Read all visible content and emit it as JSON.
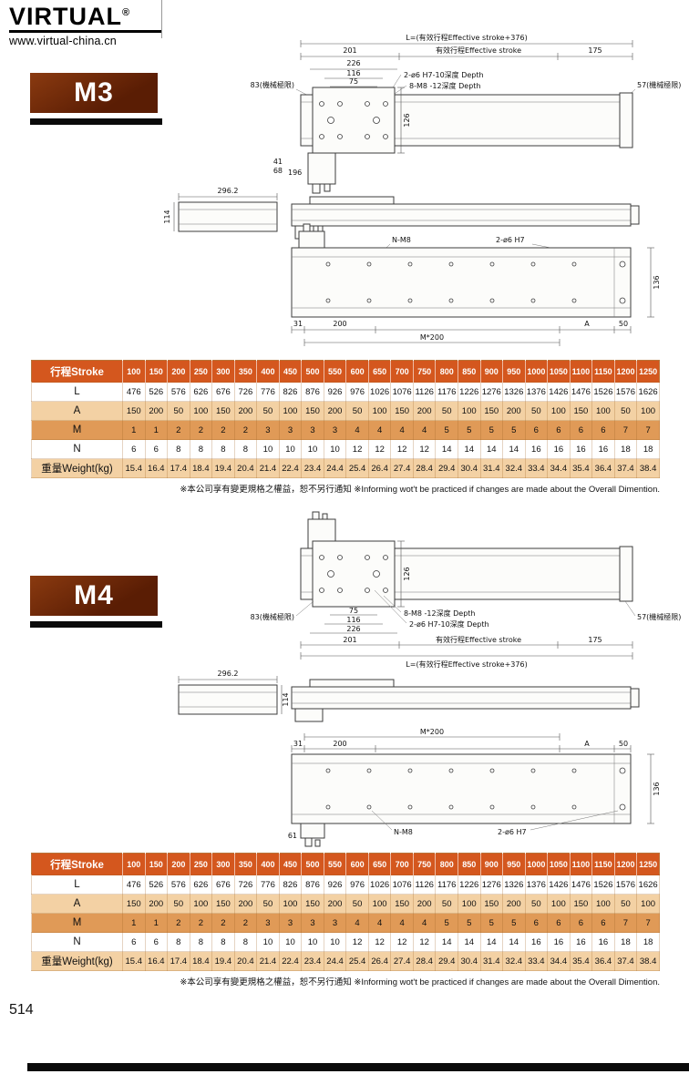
{
  "colors": {
    "table-header-bg": "#d4571e",
    "row-tan": "#f3d1a4",
    "row-orange": "#e09a57",
    "badge-dark": "#5a1d04",
    "badge-light": "#8a3a10",
    "bar-black": "#0a0a0a"
  },
  "header": {
    "logo": "VIRTUAL",
    "registered": "®",
    "website": "www.virtual-china.cn"
  },
  "sections": {
    "m3": {
      "badge": "M3"
    },
    "m4": {
      "badge": "M4"
    }
  },
  "table": {
    "header_label": "行程Stroke",
    "strokes": [
      "100",
      "150",
      "200",
      "250",
      "300",
      "350",
      "400",
      "450",
      "500",
      "550",
      "600",
      "650",
      "700",
      "750",
      "800",
      "850",
      "900",
      "950",
      "1000",
      "1050",
      "1100",
      "1150",
      "1200",
      "1250"
    ],
    "rows": [
      {
        "label": "L",
        "values": [
          "476",
          "526",
          "576",
          "626",
          "676",
          "726",
          "776",
          "826",
          "876",
          "926",
          "976",
          "1026",
          "1076",
          "1126",
          "1176",
          "1226",
          "1276",
          "1326",
          "1376",
          "1426",
          "1476",
          "1526",
          "1576",
          "1626"
        ]
      },
      {
        "label": "A",
        "values": [
          "150",
          "200",
          "50",
          "100",
          "150",
          "200",
          "50",
          "100",
          "150",
          "200",
          "50",
          "100",
          "150",
          "200",
          "50",
          "100",
          "150",
          "200",
          "50",
          "100",
          "150",
          "100",
          "50",
          "100"
        ]
      },
      {
        "label": "M",
        "values": [
          "1",
          "1",
          "2",
          "2",
          "2",
          "2",
          "3",
          "3",
          "3",
          "3",
          "4",
          "4",
          "4",
          "4",
          "5",
          "5",
          "5",
          "5",
          "6",
          "6",
          "6",
          "6",
          "7",
          "7"
        ]
      },
      {
        "label": "N",
        "values": [
          "6",
          "6",
          "8",
          "8",
          "8",
          "8",
          "10",
          "10",
          "10",
          "10",
          "12",
          "12",
          "12",
          "12",
          "14",
          "14",
          "14",
          "14",
          "16",
          "16",
          "16",
          "16",
          "18",
          "18"
        ]
      },
      {
        "label": "重量Weight(kg)",
        "values": [
          "15.4",
          "16.4",
          "17.4",
          "18.4",
          "19.4",
          "20.4",
          "21.4",
          "22.4",
          "23.4",
          "24.4",
          "25.4",
          "26.4",
          "27.4",
          "28.4",
          "29.4",
          "30.4",
          "31.4",
          "32.4",
          "33.4",
          "34.4",
          "35.4",
          "36.4",
          "37.4",
          "38.4"
        ]
      }
    ]
  },
  "note": "※本公司享有變更規格之權益，恕不另行通知 ※Informing wot't be practiced if changes are made about the Overall Dimention.",
  "page_number": "514",
  "m3": {
    "dim_L": "L=(有效行程Effective stroke+376)",
    "dim_201": "201",
    "dim_stroke": "有效行程Effective stroke",
    "dim_175": "175",
    "dim_226": "226",
    "dim_116": "116",
    "dim_75": "75",
    "hole_label_top": "2-ø6 H7-10深度 Depth",
    "hole_label_bottom": "8-M8 -12深度 Depth",
    "limit_left": "83(機械極限)",
    "limit_right": "57(機械極限)",
    "dim_126": "126",
    "dim_41": "41",
    "dim_68": "68",
    "dim_196": "196",
    "dim_296": "296.2",
    "dim_114": "114",
    "label_nm8": "N-M8",
    "label_2o6": "2-ø6 H7",
    "dim_136": "136",
    "dim_31": "31",
    "dim_200": "200",
    "dim_A": "A",
    "dim_50": "50",
    "label_m200": "M*200"
  },
  "m4": {
    "dim_L": "L=(有效行程Effective stroke+376)",
    "dim_201": "201",
    "dim_stroke": "有效行程Effective stroke",
    "dim_175": "175",
    "dim_226": "226",
    "dim_116": "116",
    "dim_75": "75",
    "hole_label_top": "8-M8 -12深度 Depth",
    "hole_label_bottom": "2-ø6 H7-10深度 Depth",
    "limit_left": "83(機械極限)",
    "limit_right": "57(機械極限)",
    "dim_126": "126",
    "dim_296": "296.2",
    "dim_114": "114",
    "label_nm8": "N-M8",
    "label_2o6": "2-ø6 H7",
    "dim_136": "136",
    "dim_31": "31",
    "dim_200": "200",
    "dim_A": "A",
    "dim_50": "50",
    "dim_61": "61",
    "label_m200": "M*200"
  }
}
